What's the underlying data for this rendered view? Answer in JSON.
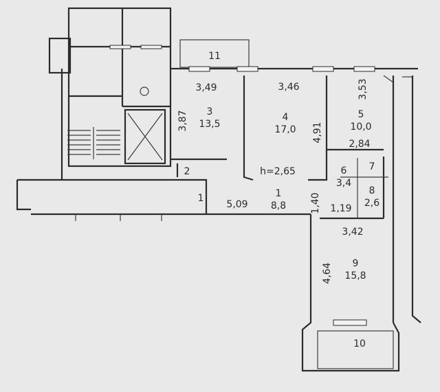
{
  "plan": {
    "rooms": [
      {
        "number": "3",
        "area": "13,5"
      },
      {
        "number": "4",
        "area": "17,0"
      },
      {
        "number": "5",
        "area": "10,0"
      },
      {
        "number": "6",
        "area": "3,4"
      },
      {
        "number": "8",
        "area": "2,6"
      },
      {
        "number": "1",
        "area": "8,8"
      },
      {
        "number": "9",
        "area": "15,8"
      },
      {
        "number": "2",
        "area": ""
      },
      {
        "number": "7",
        "area": ""
      },
      {
        "number": "10",
        "area": ""
      },
      {
        "number": "11",
        "area": ""
      }
    ],
    "dimensions": [
      "3,49",
      "3,46",
      "3,53",
      "3,87",
      "4,91",
      "2,84",
      "1,40",
      "1,19",
      "3,42",
      "4,64",
      "5,09"
    ],
    "ceiling_height": "h=2,65",
    "entry_mark": "1"
  }
}
